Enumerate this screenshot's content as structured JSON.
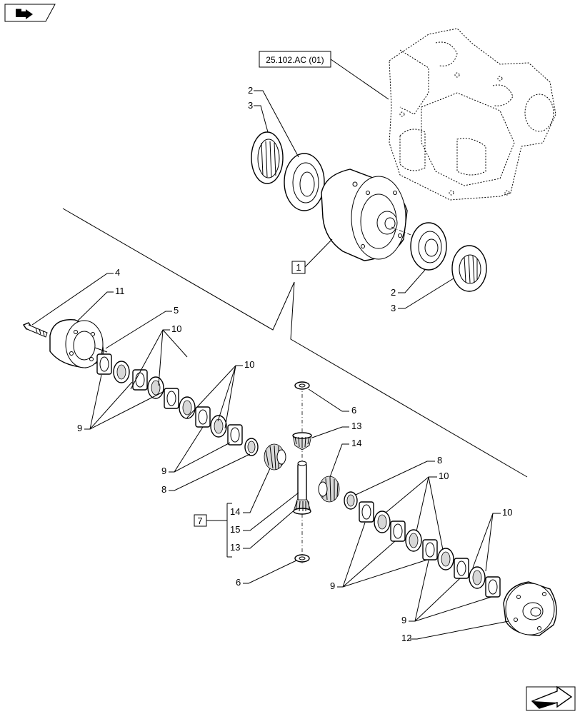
{
  "header": {
    "nav_icon": "book-arrow-icon",
    "reference_label": "25.102.AC (01)"
  },
  "footer": {
    "nav_icon": "next-page-arrow-icon"
  },
  "callouts": {
    "c1": "1",
    "c2a": "2",
    "c3a": "3",
    "c2b": "2",
    "c3b": "3",
    "c4": "4",
    "c11": "11",
    "c5": "5",
    "c10a": "10",
    "c9a": "9",
    "c10b": "10",
    "c9b": "9",
    "c8a": "8",
    "c6a": "6",
    "c13a": "13",
    "c14a": "14",
    "c7": "7",
    "c14b": "14",
    "c15": "15",
    "c13b": "13",
    "c6b": "6",
    "c8b": "8",
    "c10c": "10",
    "c9c": "9",
    "c10d": "10",
    "c9d": "9",
    "c12": "12"
  },
  "colors": {
    "line": "#000000",
    "shade": "#d8d8d8",
    "background": "#ffffff"
  }
}
